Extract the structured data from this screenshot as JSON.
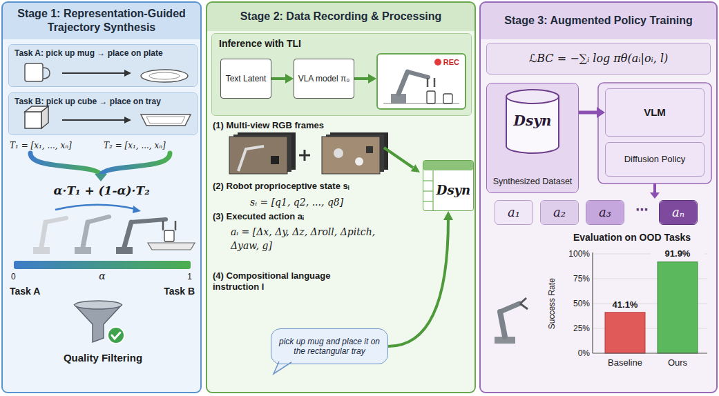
{
  "diagram": {
    "nodes": [
      {
        "text": [
          "Stage 1: Representation-Guided Trajectory Synthesis"
        ]
      },
      {
        "text": [
          "Task A: pick up mug → place on plate"
        ],
        "in": 0
      },
      {
        "text": [
          "Task B: pick up cube → place on tray"
        ],
        "in": 0
      },
      {
        "text": [
          "Stage 2: Data Recording & Processing"
        ]
      },
      {
        "text": [
          "Inference with TLI"
        ],
        "in": 3
      },
      {
        "text": [
          "Text Latent"
        ],
        "in": 4
      },
      {
        "text": [
          "VLA model π₀"
        ],
        "in": 4
      },
      {
        "text": [
          "REC"
        ],
        "in": 4
      },
      {
        "text": [
          "Dsyn"
        ],
        "in": 3
      },
      {
        "text": [
          "pick up mug and place it on the rectangular tray"
        ],
        "in": 3
      },
      {
        "text": [
          "Stage 3: Augmented Policy Training"
        ]
      },
      {
        "text": [
          "ℒBC = −∑ᵢ log πθ(aᵢ|oᵢ, l)"
        ],
        "in": 10
      },
      {
        "text": [
          "Dsyn",
          "Synthesized Dataset"
        ],
        "in": 10
      },
      {
        "text": [
          "VLM"
        ],
        "in": 10
      },
      {
        "text": [
          "Diffusion Policy"
        ],
        "in": 10
      },
      {
        "text": [
          "a₁"
        ],
        "in": 10
      },
      {
        "text": [
          "a₂"
        ],
        "in": 10
      },
      {
        "text": [
          "a₃"
        ],
        "in": 10
      },
      {
        "text": [
          "aₙ"
        ],
        "in": 10
      }
    ],
    "edges": [
      {
        "from": 5,
        "to": 6,
        "arrow": "to"
      },
      {
        "from": 6,
        "to": 7,
        "arrow": "to"
      },
      {
        "from": 9,
        "to": 8,
        "arrow": "to"
      },
      {
        "from": 12,
        "to": 13,
        "arrow": "to"
      }
    ],
    "labels": [
      "T₁ = [x₁, ..., xₙ]",
      "T₂ = [x₁, ..., xₙ]",
      "α·T₁ + (1-α)·T₂",
      "0",
      "α",
      "1",
      "Task A",
      "Task B",
      "Quality Filtering",
      "(1) Multi-view RGB frames",
      "(2) Robot proprioceptive state sᵢ",
      "sᵢ = [q1, q2, ..., q8]",
      "(3) Executed action aᵢ",
      "aᵢ = [Δx, Δy, Δz, Δroll, Δpitch, Δyaw, g]",
      "(4) Compositional language instruction l",
      "⋯",
      "Evaluation on OOD Tasks",
      "100%",
      "75%",
      "50%",
      "25%",
      "0%",
      "Success Rate",
      "41.1%",
      "91.9%",
      "Baseline",
      "Ours"
    ]
  }
}
